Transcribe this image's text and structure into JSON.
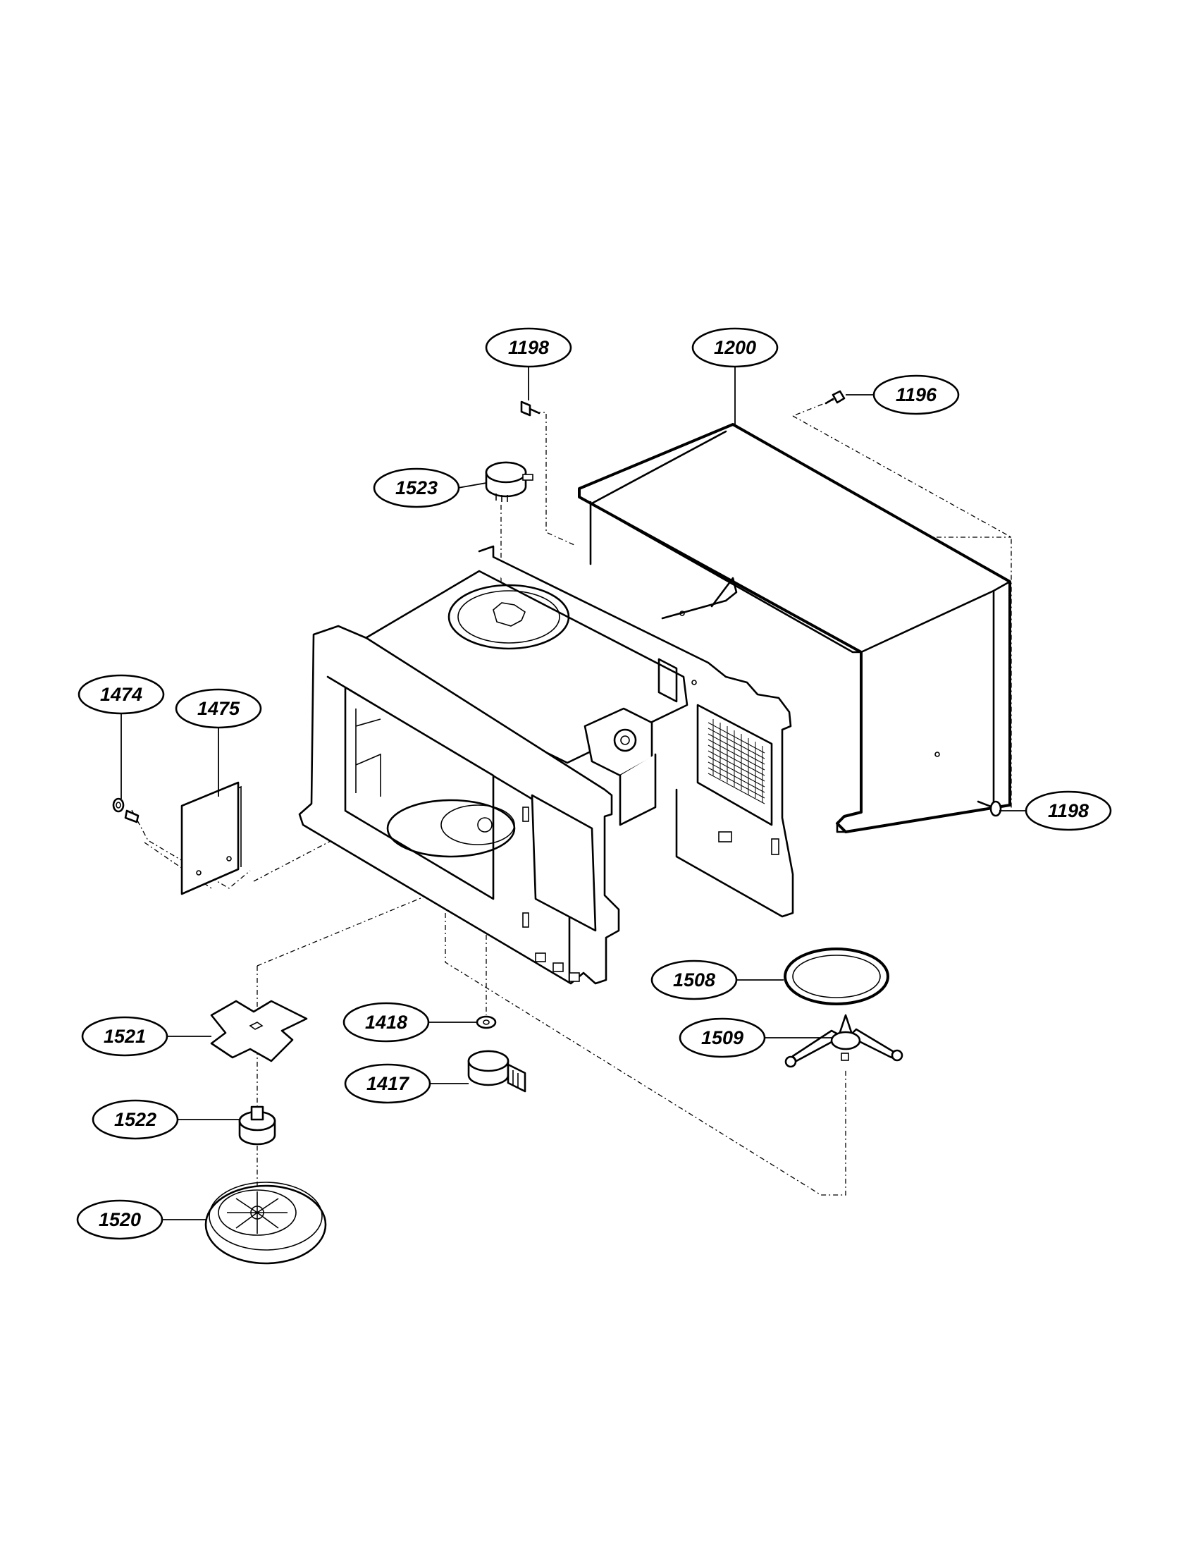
{
  "part_labels": {
    "p1198_top": "1198",
    "p1200": "1200",
    "p1196": "1196",
    "p1523": "1523",
    "p1474": "1474",
    "p1475": "1475",
    "p1198_right": "1198",
    "p1508": "1508",
    "p1509": "1509",
    "p1521": "1521",
    "p1418": "1418",
    "p1417": "1417",
    "p1522": "1522",
    "p1520": "1520"
  }
}
